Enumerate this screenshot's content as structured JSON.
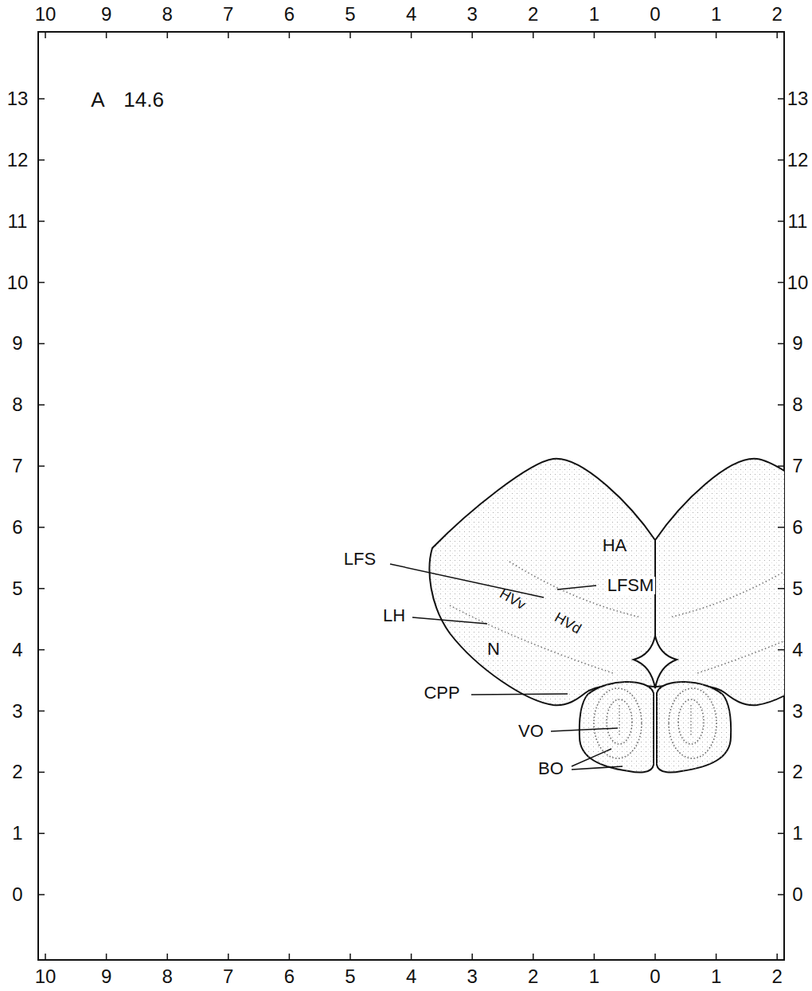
{
  "diagram": {
    "labels": [
      "10",
      "9",
      "8",
      "7",
      "6",
      "5",
      "4",
      "3",
      "2",
      "1",
      "0",
      "1",
      "2",
      "13",
      "12",
      "11",
      "10",
      "9",
      "8",
      "7",
      "6",
      "5",
      "4",
      "3",
      "2",
      "1",
      "0",
      "13",
      "12",
      "11",
      "10",
      "9",
      "8",
      "7",
      "6",
      "5",
      "4",
      "3",
      "2",
      "1",
      "0",
      "A 14.6",
      "HA",
      "LFSM",
      "LFS",
      "HVd",
      "HVv",
      "LH",
      "N",
      "CPP",
      "VO",
      "BO",
      "10",
      "9",
      "8",
      "7",
      "6",
      "5",
      "4",
      "3",
      "2",
      "1",
      "0",
      "1",
      "2"
    ]
  }
}
